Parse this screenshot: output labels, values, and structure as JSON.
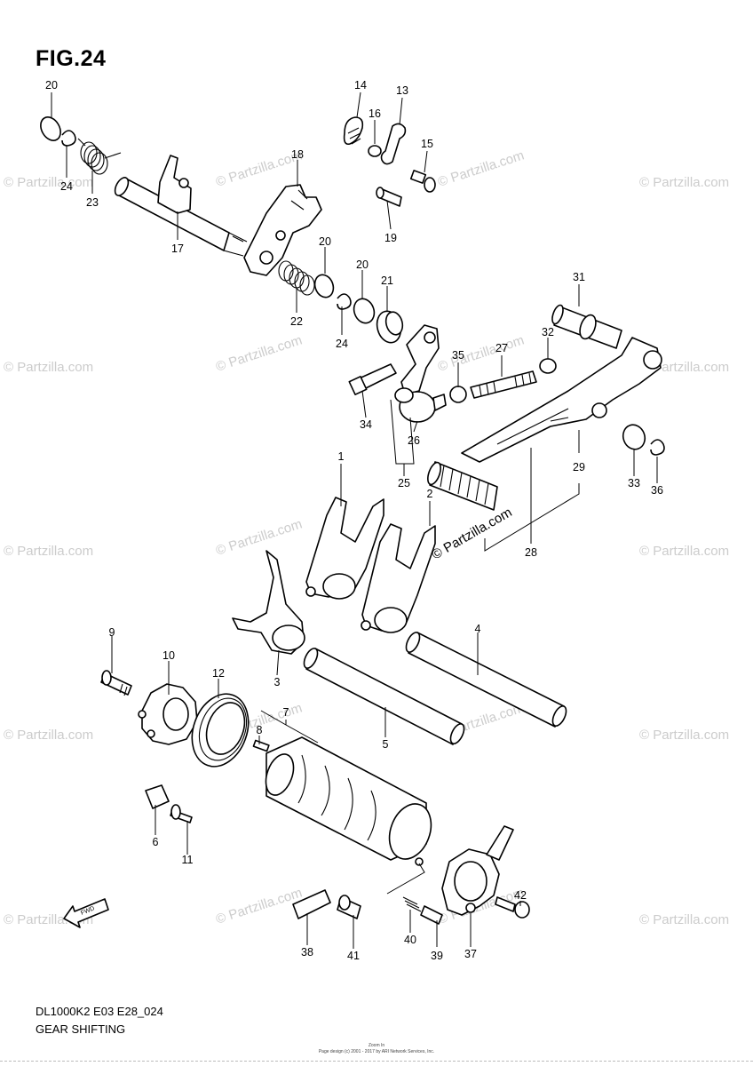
{
  "figure": {
    "title": "FIG.24"
  },
  "footer": {
    "model_code": "DL1000K2 E03 E28_024",
    "section_name": "GEAR SHIFTING",
    "small_line_1": "Zoom In",
    "small_line_2": "Page design (c) 2001 - 2017 by ARI Network Services, Inc."
  },
  "watermark": {
    "text": "© Partzilla.com",
    "color": "#cccccc"
  },
  "fwd_arrow": {
    "label": "FWD"
  },
  "callouts": [
    {
      "ref": "1"
    },
    {
      "ref": "2"
    },
    {
      "ref": "3"
    },
    {
      "ref": "4"
    },
    {
      "ref": "5"
    },
    {
      "ref": "6"
    },
    {
      "ref": "7"
    },
    {
      "ref": "8"
    },
    {
      "ref": "9"
    },
    {
      "ref": "10"
    },
    {
      "ref": "11"
    },
    {
      "ref": "12"
    },
    {
      "ref": "13"
    },
    {
      "ref": "14"
    },
    {
      "ref": "15"
    },
    {
      "ref": "16"
    },
    {
      "ref": "17"
    },
    {
      "ref": "18"
    },
    {
      "ref": "19"
    },
    {
      "ref": "20"
    },
    {
      "ref": "20"
    },
    {
      "ref": "20"
    },
    {
      "ref": "21"
    },
    {
      "ref": "22"
    },
    {
      "ref": "23"
    },
    {
      "ref": "24"
    },
    {
      "ref": "24"
    },
    {
      "ref": "25"
    },
    {
      "ref": "26"
    },
    {
      "ref": "27"
    },
    {
      "ref": "28"
    },
    {
      "ref": "29"
    },
    {
      "ref": "31"
    },
    {
      "ref": "32"
    },
    {
      "ref": "33"
    },
    {
      "ref": "34"
    },
    {
      "ref": "35"
    },
    {
      "ref": "36"
    },
    {
      "ref": "37"
    },
    {
      "ref": "38"
    },
    {
      "ref": "39"
    },
    {
      "ref": "40"
    },
    {
      "ref": "41"
    },
    {
      "ref": "42"
    }
  ]
}
